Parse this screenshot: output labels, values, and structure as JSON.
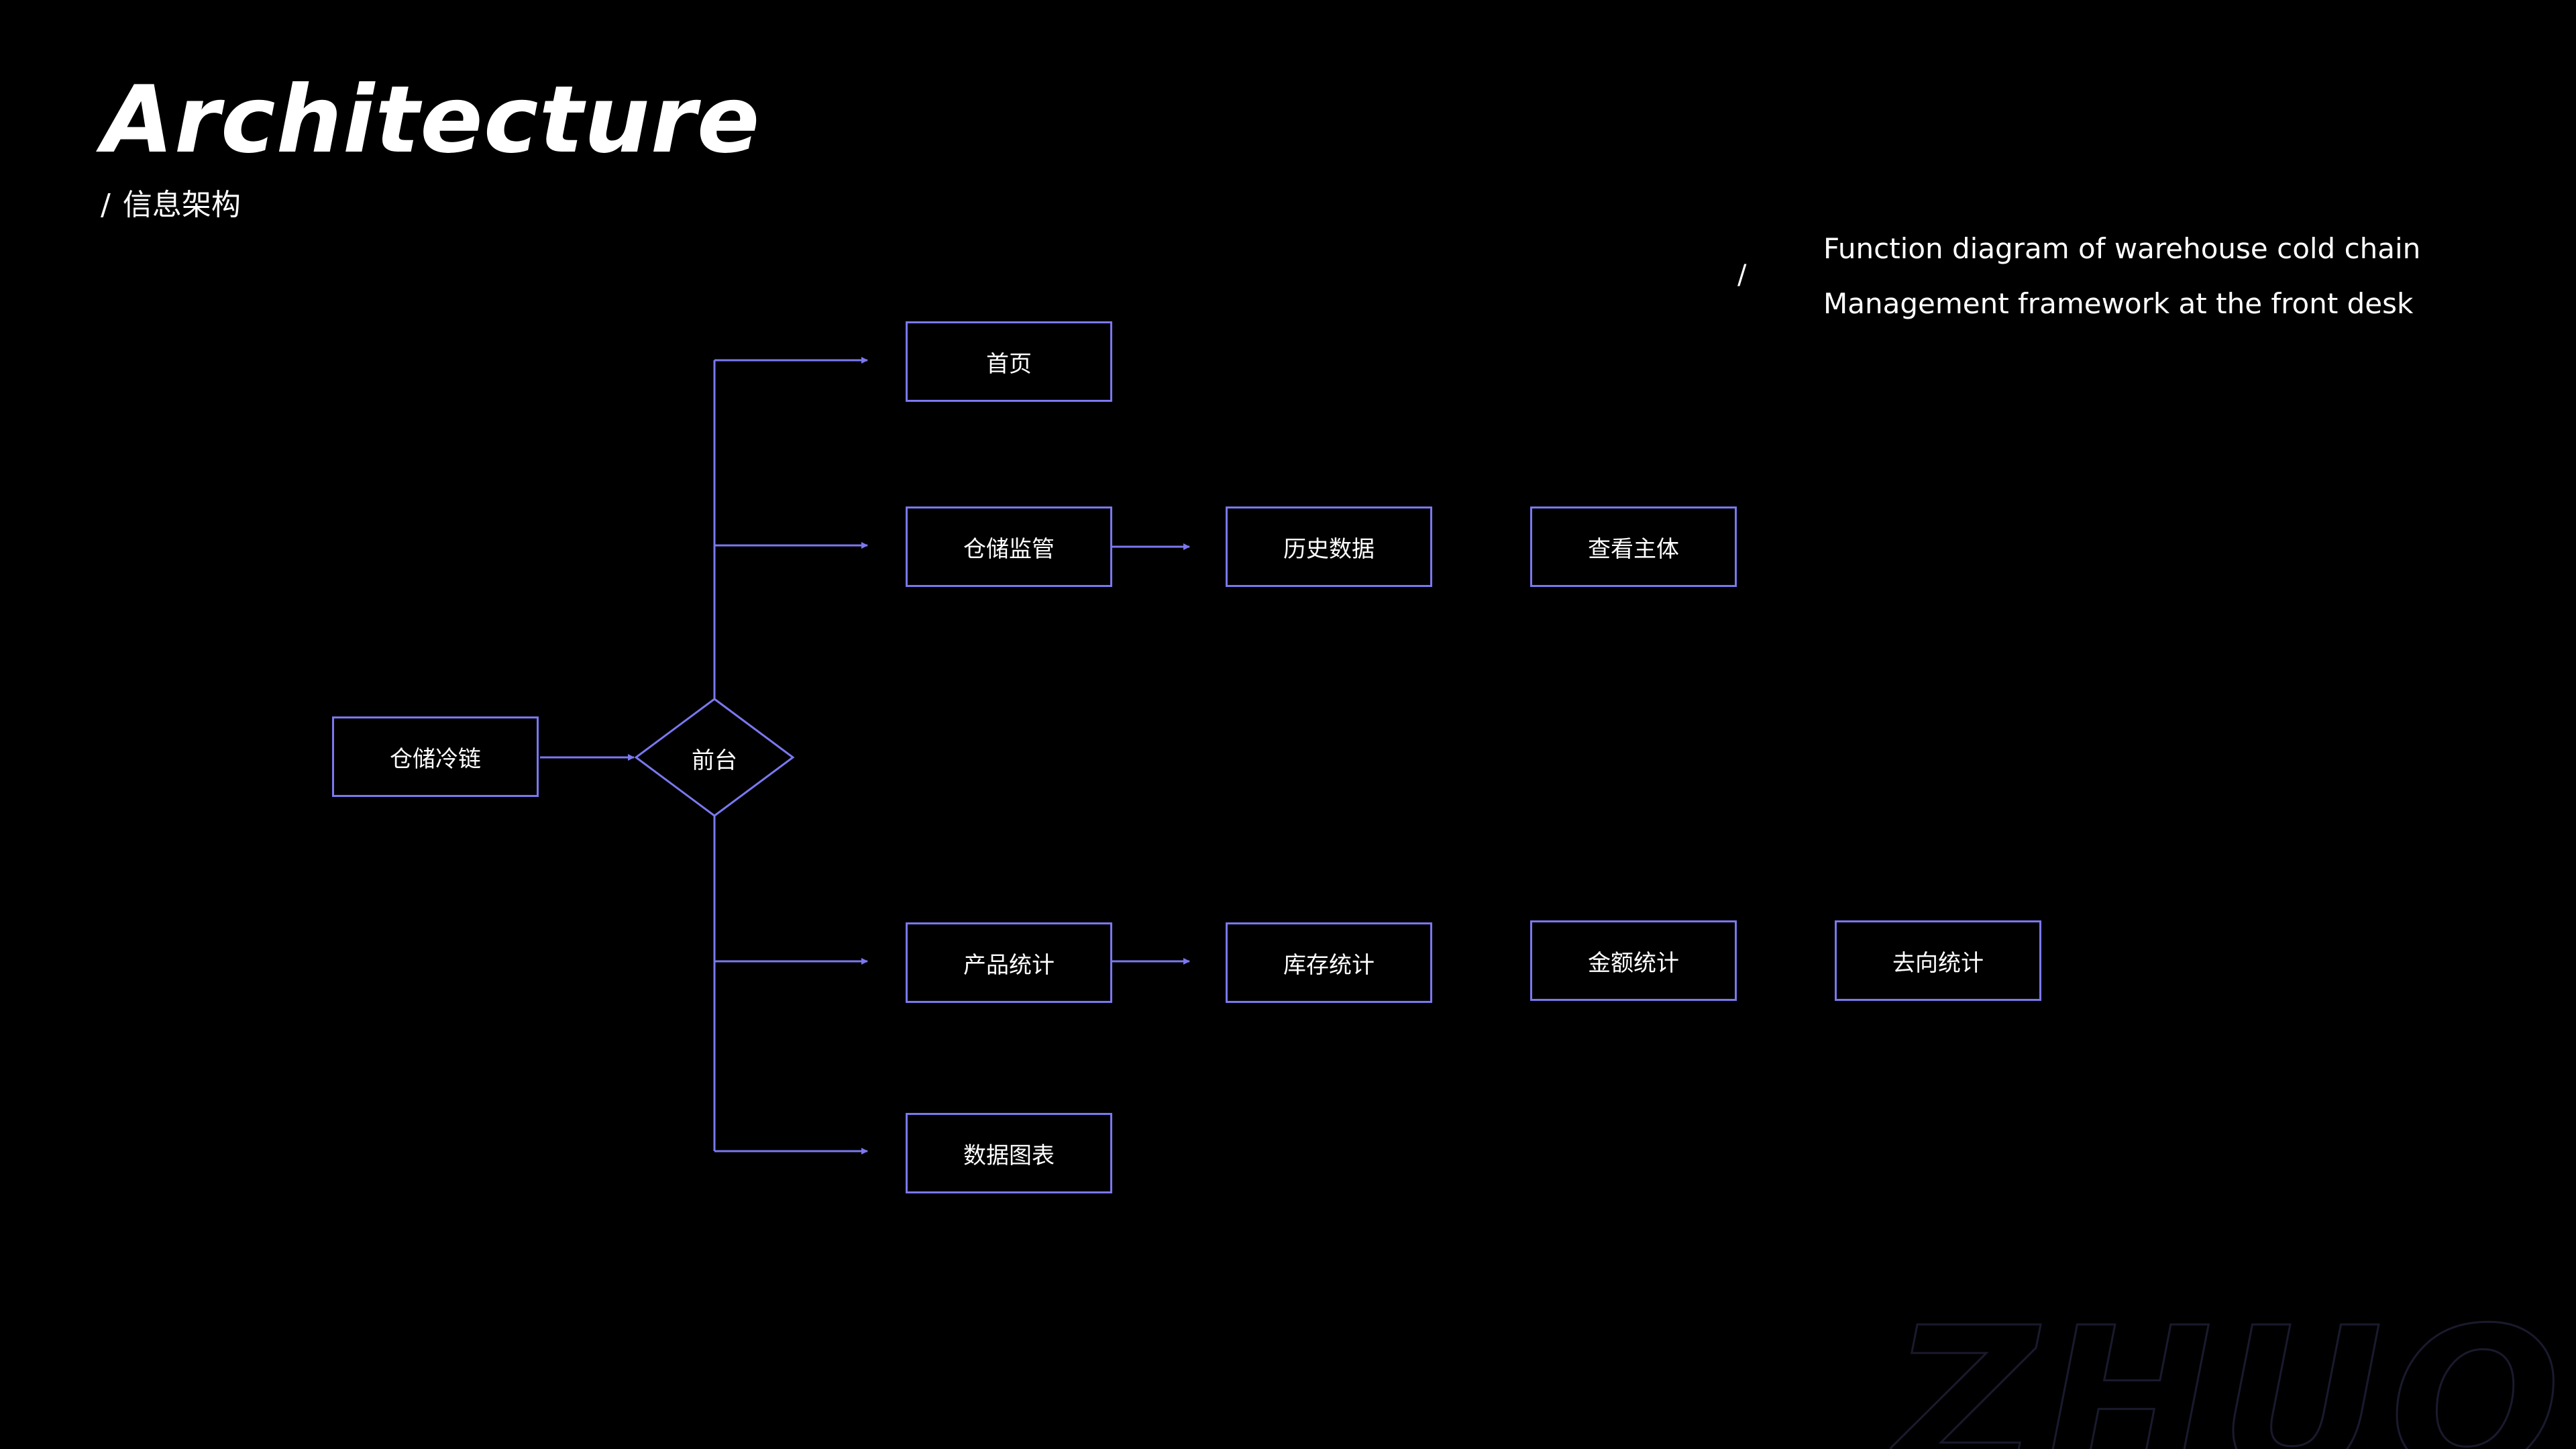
{
  "header": {
    "title": "Architecture",
    "subtitle_slash": "/",
    "subtitle": "信息架构"
  },
  "side_note": {
    "slash": "/",
    "line1": "Function diagram of warehouse cold chain",
    "line2": "Management framework at the front desk"
  },
  "diagram": {
    "accent_color": "#7b78f0",
    "root": "仓储冷链",
    "decision": "前台",
    "nodes": {
      "home": "首页",
      "storage_monitor": "仓储监管",
      "history_data": "历史数据",
      "view_subject": "查看主体",
      "product_stats": "产品统计",
      "inventory_stats": "库存统计",
      "amount_stats": "金额统计",
      "destination_stats": "去向统计",
      "data_charts": "数据图表"
    }
  },
  "watermark": "ZHUO IIP"
}
